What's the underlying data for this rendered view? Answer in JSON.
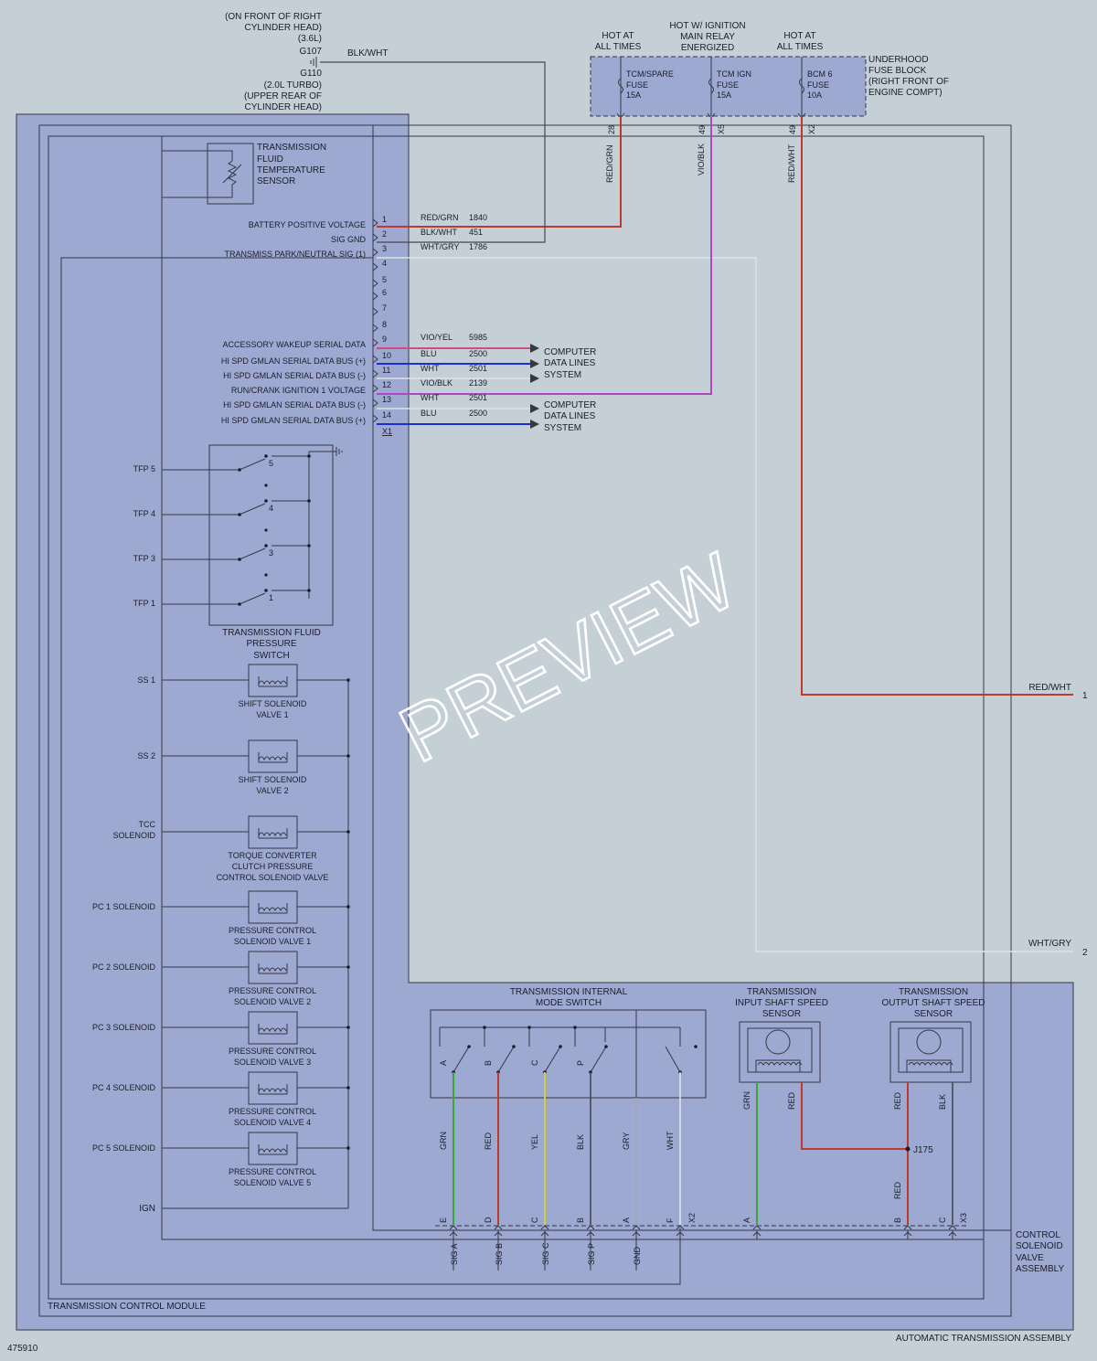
{
  "watermark": "PREVIEW",
  "figure_id": "475910",
  "assemblies": {
    "tcm": "TRANSMISSION CONTROL MODULE",
    "ata": "AUTOMATIC TRANSMISSION ASSEMBLY",
    "csva": [
      "CONTROL",
      "SOLENOID",
      "VALVE",
      "ASSEMBLY"
    ]
  },
  "ground": {
    "lines": [
      "(ON FRONT OF RIGHT",
      "CYLINDER HEAD)",
      "(3.6L)",
      "G107",
      "",
      "G110",
      "(2.0L TURBO)",
      "(UPPER REAR OF",
      "CYLINDER HEAD)"
    ],
    "wire": "BLK/WHT"
  },
  "fuse_block": {
    "label": [
      "UNDERHOOD",
      "FUSE BLOCK",
      "(RIGHT FRONT OF",
      "ENGINE COMPT)"
    ],
    "headers": [
      {
        "lines": [
          "HOT AT",
          "ALL TIMES"
        ]
      },
      {
        "lines": [
          "HOT W/ IGNITION",
          "MAIN RELAY",
          "ENERGIZED"
        ]
      },
      {
        "lines": [
          "HOT AT",
          "ALL TIMES"
        ]
      }
    ],
    "fuses": [
      {
        "lines": [
          "TCM/SPARE",
          "FUSE",
          "15A"
        ],
        "pin": "28",
        "conn": "",
        "wire": "RED/GRN"
      },
      {
        "lines": [
          "TCM IGN",
          "FUSE",
          "15A"
        ],
        "pin": "49",
        "conn": "X5",
        "wire": "VIO/BLK"
      },
      {
        "lines": [
          "BCM 6",
          "FUSE",
          "10A"
        ],
        "pin": "49",
        "conn": "X2",
        "wire": "RED/WHT"
      }
    ]
  },
  "tft_sensor": [
    "TRANSMISSION",
    "FLUID",
    "TEMPERATURE",
    "SENSOR"
  ],
  "connector_x1": {
    "label": "X1",
    "pins": [
      {
        "pin": "1",
        "label": "BATTERY POSITIVE VOLTAGE",
        "wire": "RED/GRN",
        "circuit": "1840"
      },
      {
        "pin": "2",
        "label": "SIG GND",
        "wire": "BLK/WHT",
        "circuit": "451"
      },
      {
        "pin": "3",
        "label": "TRANSMISS PARK/NEUTRAL SIG (1)",
        "wire": "WHT/GRY",
        "circuit": "1786"
      },
      {
        "pin": "4",
        "label": "",
        "wire": "",
        "circuit": ""
      },
      {
        "pin": "5",
        "label": "",
        "wire": "",
        "circuit": ""
      },
      {
        "pin": "6",
        "label": "",
        "wire": "",
        "circuit": ""
      },
      {
        "pin": "7",
        "label": "",
        "wire": "",
        "circuit": ""
      },
      {
        "pin": "8",
        "label": "",
        "wire": "",
        "circuit": ""
      },
      {
        "pin": "9",
        "label": "ACCESSORY WAKEUP SERIAL DATA",
        "wire": "VIO/YEL",
        "circuit": "5985"
      },
      {
        "pin": "10",
        "label": "HI SPD GMLAN SERIAL DATA BUS (+)",
        "wire": "BLU",
        "circuit": "2500"
      },
      {
        "pin": "11",
        "label": "HI SPD GMLAN SERIAL DATA BUS (-)",
        "wire": "WHT",
        "circuit": "2501"
      },
      {
        "pin": "12",
        "label": "RUN/CRANK IGNITION 1 VOLTAGE",
        "wire": "VIO/BLK",
        "circuit": "2139"
      },
      {
        "pin": "13",
        "label": "HI SPD GMLAN SERIAL DATA BUS (-)",
        "wire": "WHT",
        "circuit": "2501"
      },
      {
        "pin": "14",
        "label": "HI SPD GMLAN SERIAL DATA BUS (+)",
        "wire": "BLU",
        "circuit": "2500"
      }
    ]
  },
  "computer_data_lines": [
    "COMPUTER",
    "DATA LINES",
    "SYSTEM"
  ],
  "pressure_switch": {
    "inputs": [
      "TFP 5",
      "TFP 4",
      "TFP 3",
      "TFP 1"
    ],
    "numbers": [
      "5",
      "4",
      "3",
      "1"
    ],
    "label": [
      "TRANSMISSION FLUID",
      "PRESSURE",
      "SWITCH"
    ]
  },
  "solenoids": [
    {
      "input": [
        "SS 1"
      ],
      "label": [
        "SHIFT SOLENOID",
        "VALVE 1"
      ]
    },
    {
      "input": [
        "SS 2"
      ],
      "label": [
        "SHIFT SOLENOID",
        "VALVE 2"
      ]
    },
    {
      "input": [
        "TCC",
        "SOLENOID"
      ],
      "label": [
        "TORQUE CONVERTER",
        "CLUTCH PRESSURE",
        "CONTROL SOLENOID VALVE"
      ]
    },
    {
      "input": [
        "PC 1 SOLENOID"
      ],
      "label": [
        "PRESSURE CONTROL",
        "SOLENOID VALVE 1"
      ]
    },
    {
      "input": [
        "PC 2 SOLENOID"
      ],
      "label": [
        "PRESSURE CONTROL",
        "SOLENOID VALVE 2"
      ]
    },
    {
      "input": [
        "PC 3 SOLENOID"
      ],
      "label": [
        "PRESSURE CONTROL",
        "SOLENOID VALVE 3"
      ]
    },
    {
      "input": [
        "PC 4 SOLENOID"
      ],
      "label": [
        "PRESSURE CONTROL",
        "SOLENOID VALVE 4"
      ]
    },
    {
      "input": [
        "PC 5 SOLENOID"
      ],
      "label": [
        "PRESSURE CONTROL",
        "SOLENOID VALVE 5"
      ]
    }
  ],
  "ign_label": "IGN",
  "mode_switch": {
    "title": [
      "TRANSMISSION INTERNAL",
      "MODE SWITCH"
    ],
    "contacts": [
      "A",
      "B",
      "C",
      "P"
    ],
    "wires": [
      "GRN",
      "RED",
      "YEL",
      "BLK",
      "GRY",
      "WHT"
    ]
  },
  "input_speed_sensor": {
    "title": [
      "TRANSMISSION",
      "INPUT SHAFT SPEED",
      "SENSOR"
    ],
    "wires": [
      "GRN",
      "RED"
    ]
  },
  "output_speed_sensor": {
    "title": [
      "TRANSMISSION",
      "OUTPUT SHAFT SPEED",
      "SENSOR"
    ],
    "wires": [
      "RED",
      "BLK"
    ]
  },
  "splice": {
    "label": "J175",
    "wire": "RED"
  },
  "bottom_connector": {
    "pins": [
      "E",
      "D",
      "C",
      "B",
      "A",
      "F"
    ],
    "conn": "X2",
    "sensor_pins": [
      "A",
      "B",
      "C"
    ],
    "sensor_conn": "X3"
  },
  "tcm_signals": [
    "SIG A",
    "SIG B",
    "SIG C",
    "SIG P",
    "GND"
  ],
  "right_outputs": [
    {
      "wire": "RED/WHT",
      "pin": "1"
    },
    {
      "wire": "WHT/GRY",
      "pin": "2"
    }
  ],
  "colors": {
    "page": "#c5cfd6",
    "box_fill": "#9ea9d2",
    "outline": "#363844",
    "red": "#c0392f",
    "blue": "#1a2fd6",
    "violet": "#b048c6",
    "pink": "#d34b86",
    "green": "#3aa73a",
    "yellow": "#d2cf3e",
    "gray": "#a3a7ad",
    "white": "#dfe3e6",
    "black": "#45474d"
  }
}
